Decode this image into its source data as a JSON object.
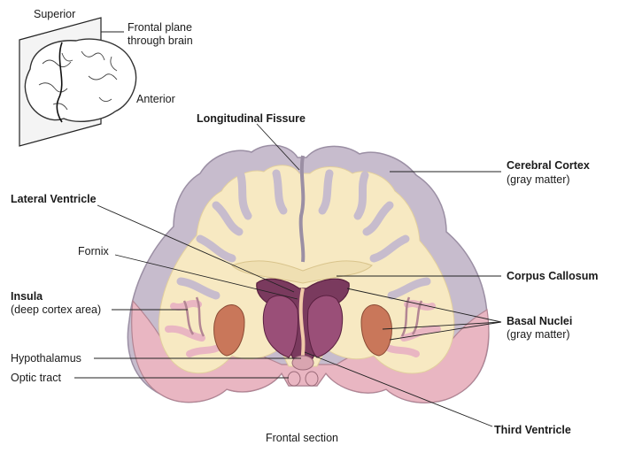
{
  "inset": {
    "superior": "Superior",
    "plane_line1": "Frontal plane",
    "plane_line2": "through brain",
    "anterior": "Anterior"
  },
  "labels": {
    "longitudinal_fissure": "Longitudinal Fissure",
    "cerebral_cortex": "Cerebral Cortex",
    "cerebral_cortex_sub": "(gray matter)",
    "lateral_ventricle": "Lateral Ventricle",
    "fornix": "Fornix",
    "corpus_callosum": "Corpus Callosum",
    "insula": "Insula",
    "insula_sub": "(deep cortex area)",
    "basal_nuclei": "Basal Nuclei",
    "basal_nuclei_sub": "(gray matter)",
    "hypothalamus": "Hypothalamus",
    "optic_tract": "Optic tract",
    "third_ventricle": "Third Ventricle"
  },
  "caption": "Frontal section",
  "colors": {
    "cortex": "#c7bccd",
    "cortex_edge": "#9b8fa4",
    "white_matter": "#f7e9c2",
    "cortex_lower": "#e9b6c2",
    "ventricle": "#7a3a5e",
    "ventricle_dark": "#5a2040",
    "basal_nuclei": "#c9775a",
    "leader": "#222222"
  }
}
